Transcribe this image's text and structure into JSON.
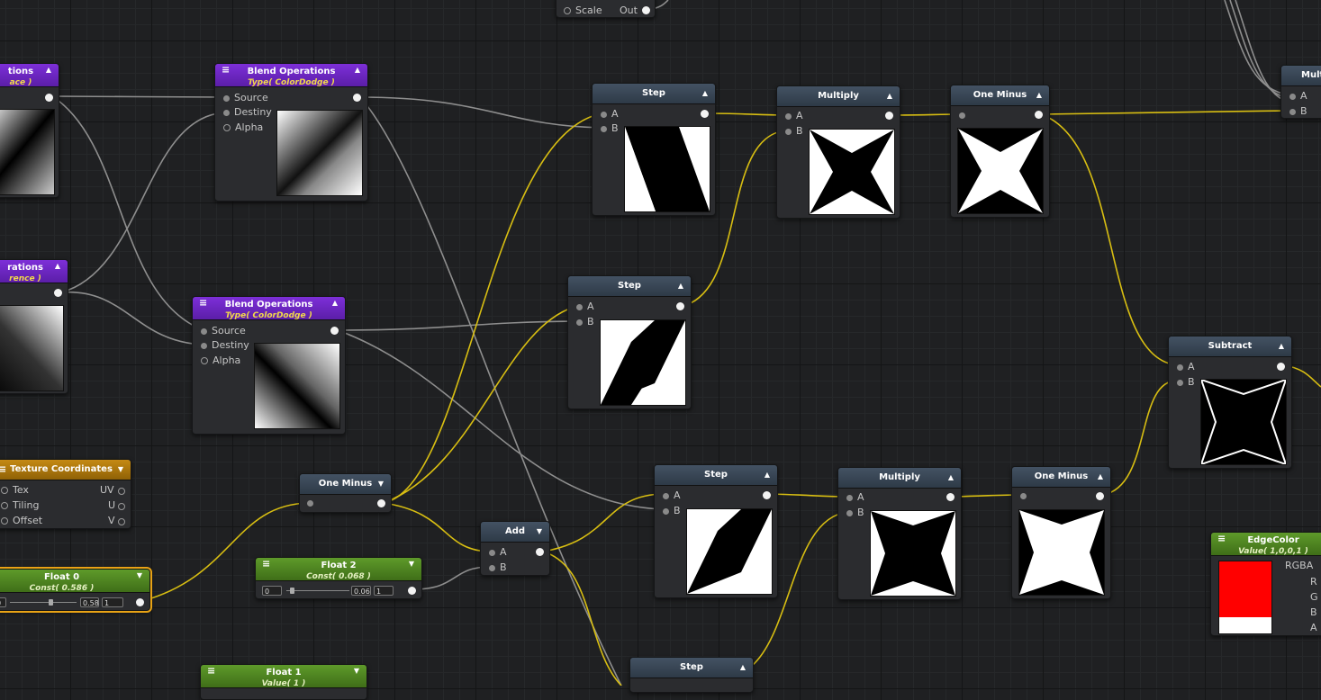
{
  "colors": {
    "background": "#1f2022",
    "wire_default": "#8e8e8e",
    "wire_active": "#d8be12",
    "header_math": "#3b4857",
    "header_blend": "#6a23c4",
    "header_texture": "#b07a10",
    "header_float": "#52892a"
  },
  "nodes": {
    "scale_fragment": {
      "port_in": "Scale",
      "port_out": "Out"
    },
    "blend_left_top": {
      "title": "tions",
      "subtitle": "ace )"
    },
    "blend_left_mid": {
      "title": "rations",
      "subtitle": "rence )"
    },
    "blend_top": {
      "title": "Blend Operations",
      "subtitle": "Type( ColorDodge )",
      "ports": [
        "Source",
        "Destiny",
        "Alpha"
      ]
    },
    "blend_mid": {
      "title": "Blend Operations",
      "subtitle": "Type( ColorDodge )",
      "ports": [
        "Source",
        "Destiny",
        "Alpha"
      ]
    },
    "step_top": {
      "title": "Step",
      "ports": [
        "A",
        "B"
      ]
    },
    "multiply_top": {
      "title": "Multiply",
      "ports": [
        "A",
        "B"
      ]
    },
    "oneminus_top": {
      "title": "One Minus"
    },
    "mult_right": {
      "title": "Mult",
      "ports": [
        "A",
        "B"
      ]
    },
    "step_mid": {
      "title": "Step",
      "ports": [
        "A",
        "B"
      ]
    },
    "subtract": {
      "title": "Subtract",
      "ports": [
        "A",
        "B"
      ]
    },
    "texcoords": {
      "title": "Texture Coordinates",
      "inputs": [
        "Tex",
        "Tiling",
        "Offset"
      ],
      "outputs": [
        "UV",
        "U",
        "V"
      ]
    },
    "oneminus_left": {
      "title": "One Minus"
    },
    "add": {
      "title": "Add",
      "ports": [
        "A",
        "B"
      ]
    },
    "step_bottom": {
      "title": "Step",
      "ports": [
        "A",
        "B"
      ]
    },
    "multiply_bottom": {
      "title": "Multiply",
      "ports": [
        "A",
        "B"
      ]
    },
    "oneminus_bottom": {
      "title": "One Minus"
    },
    "edgecolor": {
      "title": "EdgeColor",
      "subtitle": "Value( 1,0,0,1 )",
      "outputs": [
        "RGBA",
        "R",
        "G",
        "B",
        "A"
      ],
      "preview_color": "#ff0000"
    },
    "float0": {
      "title": "Float 0",
      "subtitle": "Const( 0.586 )",
      "min": "0",
      "value": "0.58",
      "max": "1"
    },
    "float2": {
      "title": "Float 2",
      "subtitle": "Const( 0.068 )",
      "min": "0",
      "value": "0.06",
      "max": "1"
    },
    "float1": {
      "title": "Float 1",
      "subtitle": "Value( 1 )"
    },
    "step_lowest": {
      "title": "Step"
    }
  }
}
